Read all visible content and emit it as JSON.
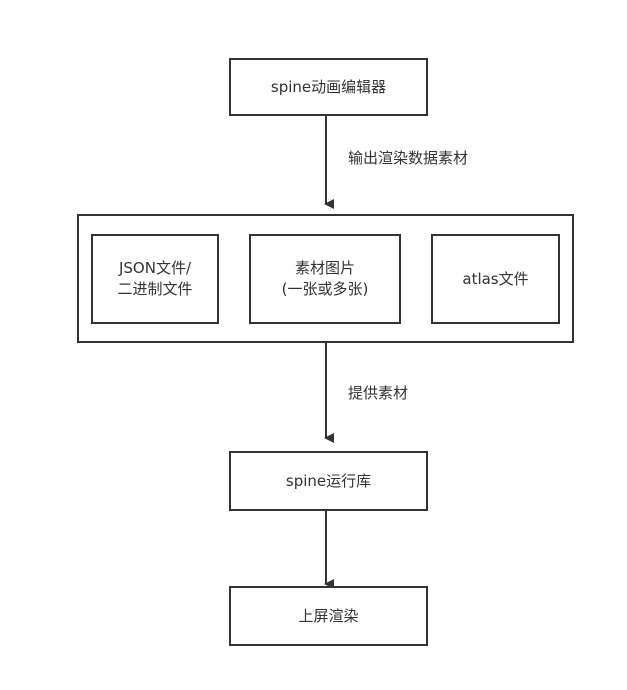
{
  "nodes": {
    "editor": "spine动画编辑器",
    "json_line1": "JSON文件/",
    "json_line2": "二进制文件",
    "images_line1": "素材图片",
    "images_line2": "(一张或多张)",
    "atlas": "atlas文件",
    "runtime": "spine运行库",
    "render": "上屏渲染"
  },
  "edges": {
    "export": "输出渲染数据素材",
    "provide": "提供素材"
  },
  "colors": {
    "stroke": "#333333",
    "background": "#ffffff"
  }
}
